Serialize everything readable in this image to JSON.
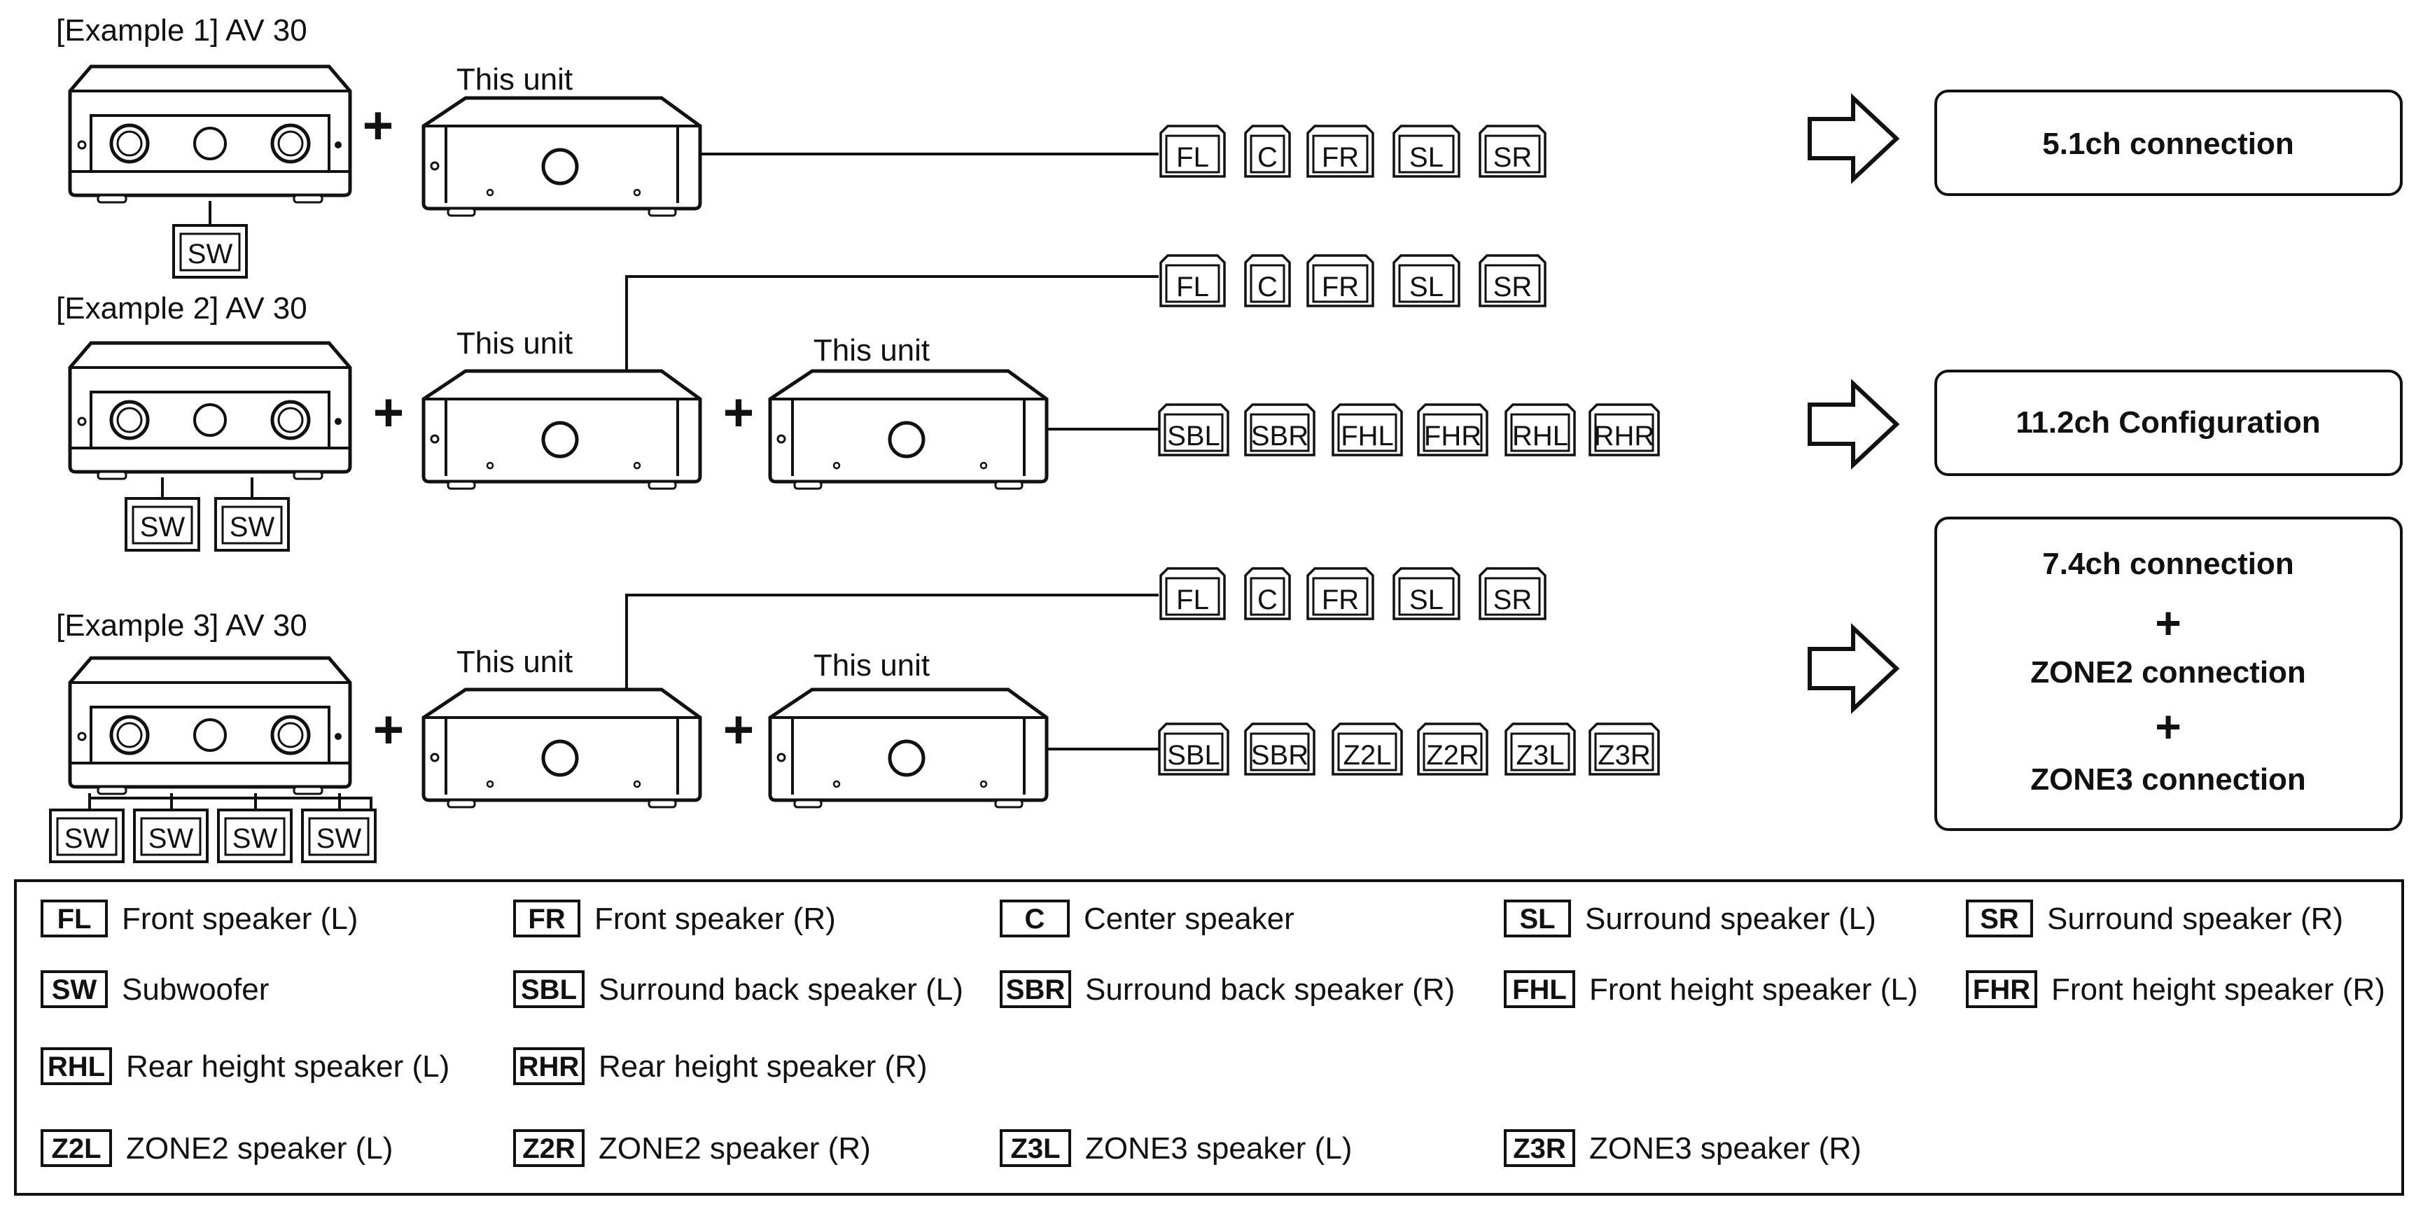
{
  "examples": [
    {
      "title": "[Example 1] AV 30",
      "units": [
        "This unit"
      ],
      "subwoofers": [
        "SW"
      ],
      "speaker_rows": [
        [
          "FL",
          "C",
          "FR",
          "SL",
          "SR"
        ]
      ],
      "plus": "+",
      "result": [
        "5.1ch connection"
      ]
    },
    {
      "title": "[Example 2] AV 30",
      "units": [
        "This unit",
        "This unit"
      ],
      "subwoofers": [
        "SW",
        "SW"
      ],
      "speaker_rows": [
        [
          "FL",
          "C",
          "FR",
          "SL",
          "SR"
        ],
        [
          "SBL",
          "SBR",
          "FHL",
          "FHR",
          "RHL",
          "RHR"
        ]
      ],
      "plus": "+",
      "result": [
        "11.2ch Configuration"
      ]
    },
    {
      "title": "[Example 3] AV 30",
      "units": [
        "This unit",
        "This unit"
      ],
      "subwoofers": [
        "SW",
        "SW",
        "SW",
        "SW"
      ],
      "speaker_rows": [
        [
          "FL",
          "C",
          "FR",
          "SL",
          "SR"
        ],
        [
          "SBL",
          "SBR",
          "Z2L",
          "Z2R",
          "Z3L",
          "Z3R"
        ]
      ],
      "plus": "+",
      "result": [
        "7.4ch connection",
        "+",
        "ZONE2 connection",
        "+",
        "ZONE3 connection"
      ]
    }
  ],
  "legend": [
    [
      {
        "code": "FL",
        "desc": "Front speaker (L)"
      },
      {
        "code": "FR",
        "desc": "Front speaker (R)"
      },
      {
        "code": "C",
        "desc": "Center speaker"
      },
      {
        "code": "SL",
        "desc": "Surround speaker (L)"
      },
      {
        "code": "SR",
        "desc": "Surround speaker (R)"
      }
    ],
    [
      {
        "code": "SW",
        "desc": "Subwoofer"
      },
      {
        "code": "SBL",
        "desc": "Surround back speaker (L)"
      },
      {
        "code": "SBR",
        "desc": "Surround back speaker (R)"
      },
      {
        "code": "FHL",
        "desc": "Front height speaker (L)"
      },
      {
        "code": "FHR",
        "desc": "Front height speaker (R)"
      }
    ],
    [
      {
        "code": "RHL",
        "desc": "Rear height speaker (L)"
      },
      {
        "code": "RHR",
        "desc": "Rear height speaker (R)"
      }
    ],
    [
      {
        "code": "Z2L",
        "desc": "ZONE2 speaker (L)"
      },
      {
        "code": "Z2R",
        "desc": "ZONE2 speaker (R)"
      },
      {
        "code": "Z3L",
        "desc": "ZONE3 speaker (L)"
      },
      {
        "code": "Z3R",
        "desc": "ZONE3 speaker (R)"
      }
    ]
  ]
}
